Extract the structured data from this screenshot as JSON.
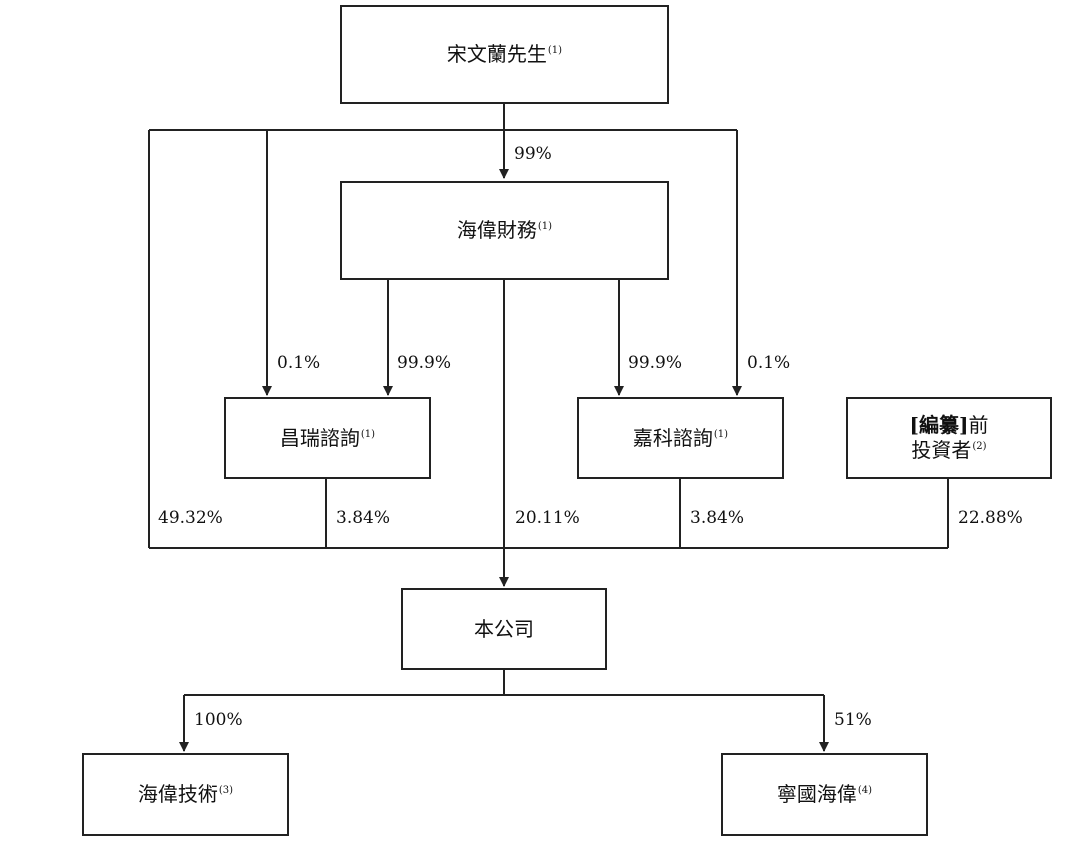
{
  "boxes": {
    "song": {
      "label": "宋文蘭先生",
      "note": "(1)"
    },
    "haiwei_finance": {
      "label": "海偉財務",
      "note": "(1)"
    },
    "changrui": {
      "label": "昌瑞諮詢",
      "note": "(1)"
    },
    "jiake": {
      "label": "嘉科諮詢",
      "note": "(1)"
    },
    "pre_ipo": {
      "line1_bracket_open": "[",
      "line1_bold": "編纂",
      "line1_bracket_close": "]",
      "line1_rest": "前",
      "line2": "投資者",
      "note": "(2)"
    },
    "company": {
      "label": "本公司"
    },
    "haiwei_tech": {
      "label": "海偉技術",
      "note": "(3)"
    },
    "ningguo": {
      "label": "寧國海偉",
      "note": "(4)"
    }
  },
  "percentages": {
    "song_to_finance": "99%",
    "song_to_changrui": "0.1%",
    "finance_to_changrui": "99.9%",
    "finance_to_jiake": "99.9%",
    "song_to_jiake": "0.1%",
    "song_to_company": "49.32%",
    "changrui_to_company": "3.84%",
    "finance_to_company": "20.11%",
    "jiake_to_company": "3.84%",
    "pre_ipo_to_company": "22.88%",
    "company_to_tech": "100%",
    "company_to_ningguo": "51%"
  },
  "colors": {
    "line": "#222222",
    "text": "#111111"
  }
}
